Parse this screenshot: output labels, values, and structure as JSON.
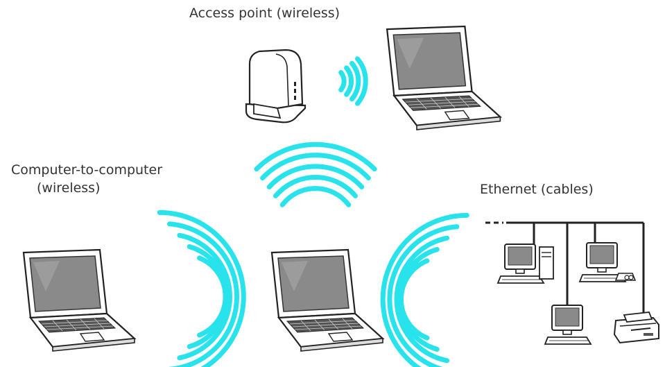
{
  "labels": {
    "access_point": "Access point (wireless)",
    "computer_to_computer_line1": "Computer-to-computer",
    "computer_to_computer_line2": "(wireless)",
    "ethernet": "Ethernet (cables)"
  },
  "icons": [
    "router-icon",
    "laptop-icon",
    "wifi-waves-icon",
    "desktop-computer-icon",
    "printer-icon"
  ],
  "colors": {
    "waves": "#29e3ec",
    "outline": "#222222",
    "screen": "#8a8a8a",
    "body_fill": "#ffffff",
    "text": "#333333"
  }
}
